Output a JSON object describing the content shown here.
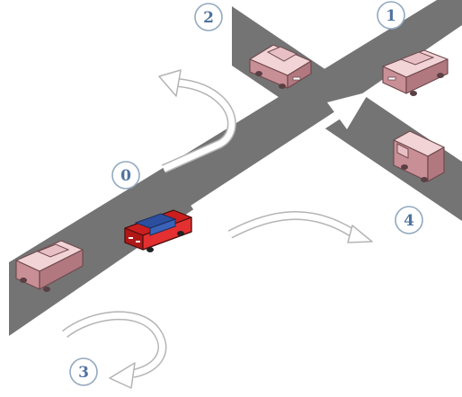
{
  "labels": {
    "zero": "0",
    "one": "1",
    "two": "2",
    "three": "3",
    "four": "4"
  },
  "colors": {
    "road": "#747474",
    "badge_text": "#4f73a0",
    "ego_car": "#e02a2a",
    "other_cars": "#e6b8bd",
    "straight_arrow": "#ffffff"
  }
}
